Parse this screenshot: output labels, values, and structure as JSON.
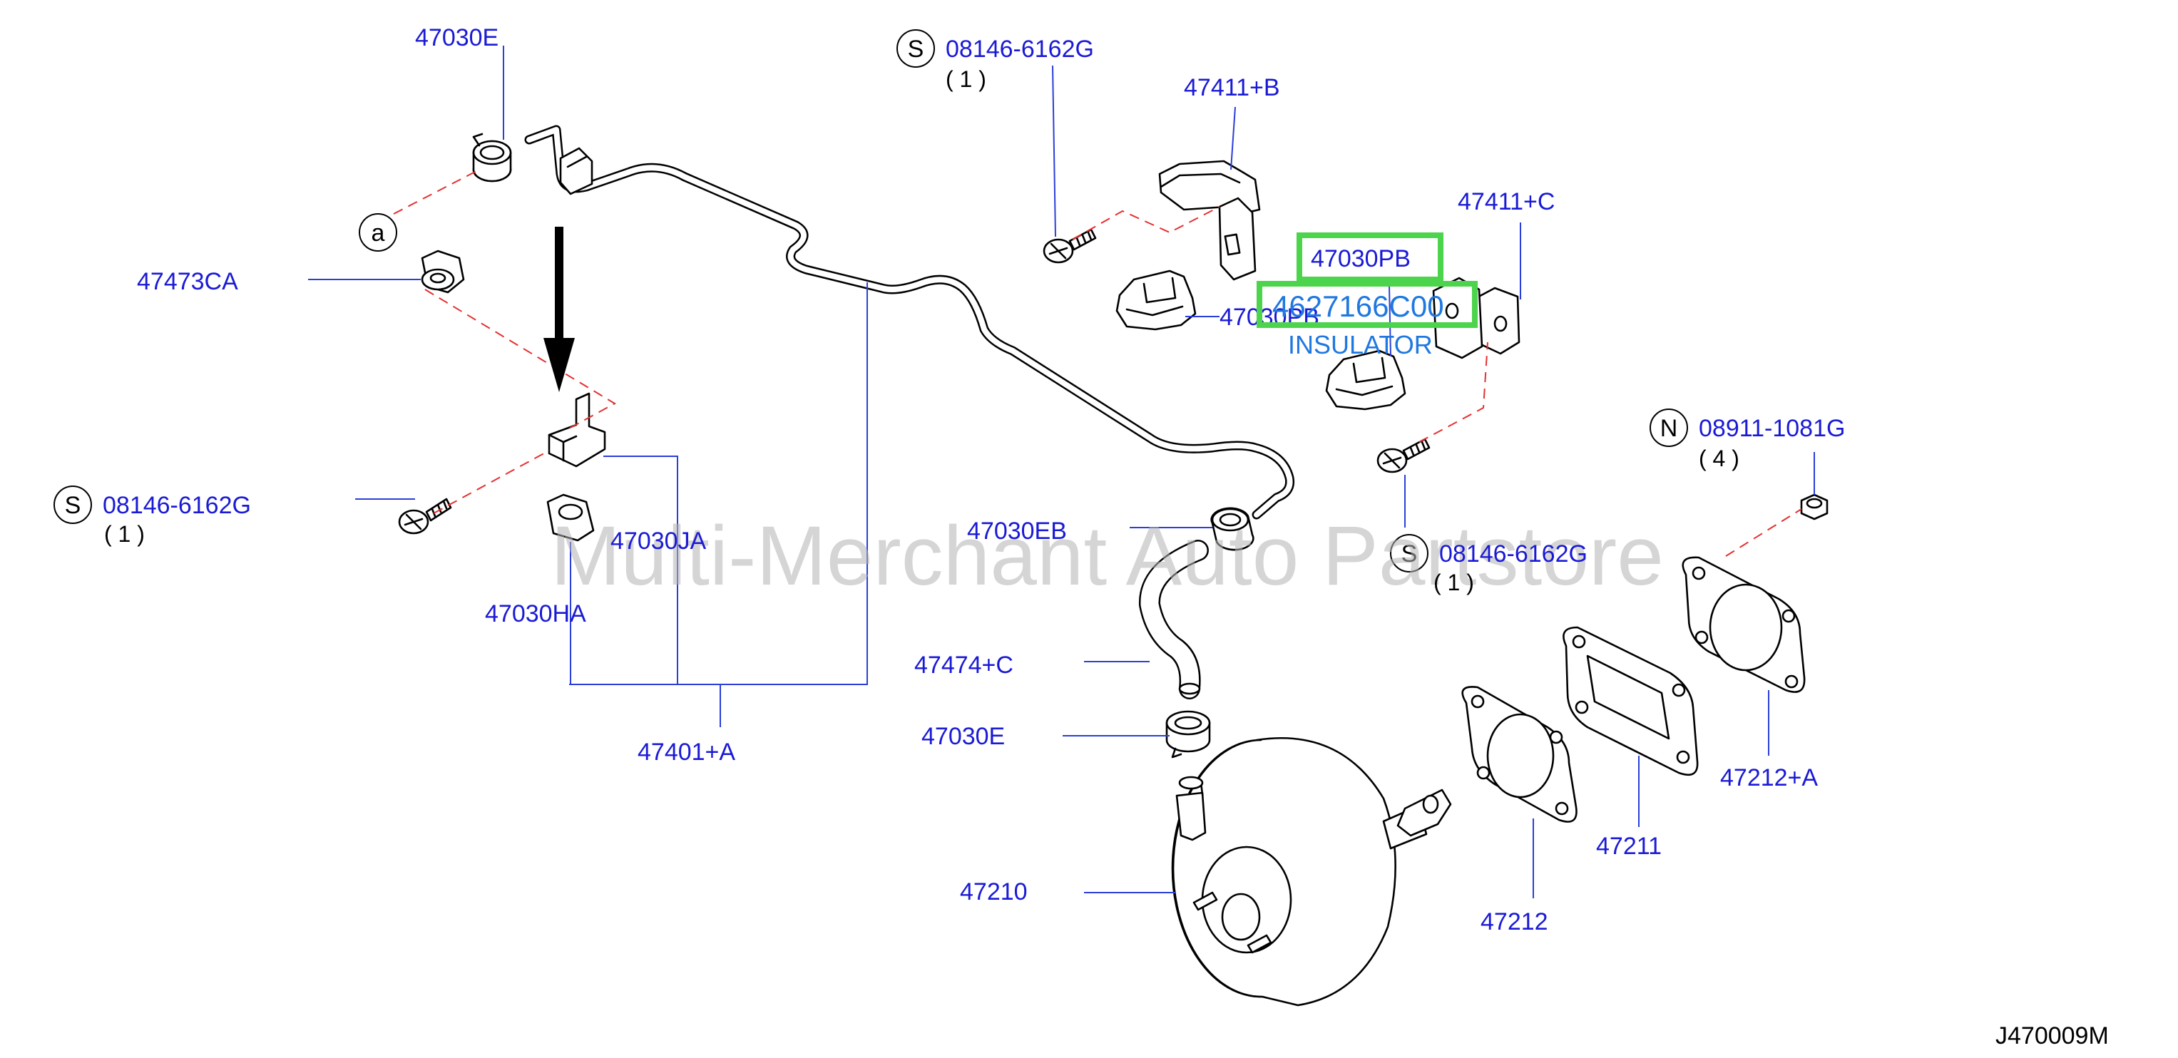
{
  "labels": {
    "p47030E_top": "47030E",
    "p08146_top": "08146-6162G",
    "p08146_top_qty": "( 1 )",
    "p47411B": "47411+B",
    "p47411C": "47411+C",
    "p47473CA": "47473CA",
    "p47030PB_mid": "47030PB",
    "p08146_left": "08146-6162G",
    "p08146_left_qty": "( 1 )",
    "p47030JA": "47030JA",
    "p47030HA": "47030HA",
    "p47030EB": "47030EB",
    "p08146_right": "08146-6162G",
    "p08146_right_qty": "( 1 )",
    "p08911": "08911-1081G",
    "p08911_qty": "( 4 )",
    "p47474C": "47474+C",
    "p47030E_bottom": "47030E",
    "p47401A": "47401+A",
    "p47210": "47210",
    "p47212": "47212",
    "p47211": "47211",
    "p47212A": "47212+A"
  },
  "symbols": {
    "a": "a",
    "s": "S",
    "n": "N"
  },
  "highlight": {
    "part_label": "47030PB",
    "part_number": "4627166C00",
    "description": "INSULATOR"
  },
  "watermark": "Multi-Merchant Auto Partstore",
  "diagram_code": "J470009M",
  "colors": {
    "label_blue": "#1a1ad6",
    "highlight_blue": "#1f78e0",
    "highlight_green": "#4cd44c",
    "leader_blue": "#2a3fd9",
    "dash_red": "#e53030",
    "watermark_gray": "#b4b4b4"
  }
}
